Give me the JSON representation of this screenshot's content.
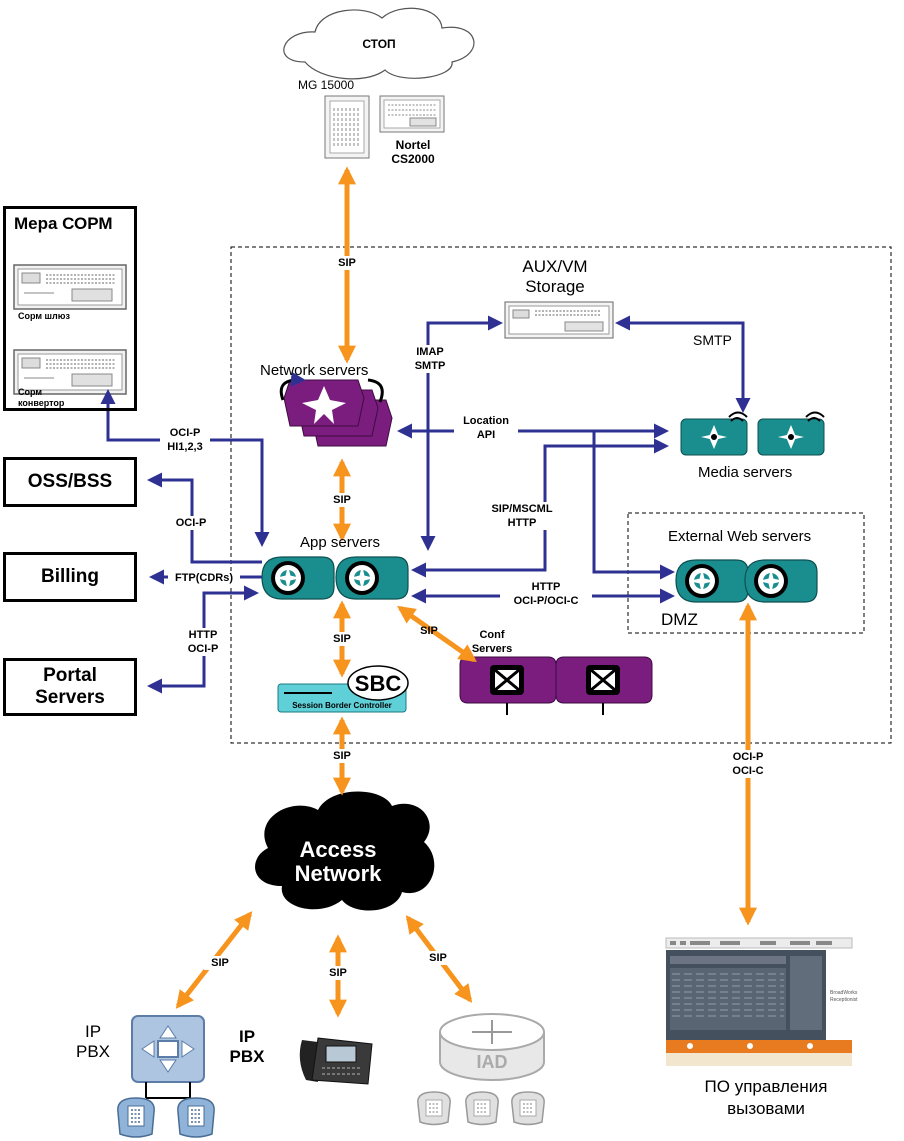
{
  "cloud_label": "СТОП",
  "mg_label": "MG 15000",
  "nortel_label": "Nortel\nCS2000",
  "mera": {
    "title": "Мера СОРМ",
    "gateway": "Сорм шлюз",
    "converter": "Сорм\nконвертор"
  },
  "left_boxes": {
    "oss": "OSS/BSS",
    "billing": "Billing",
    "portal": "Portal\nServers"
  },
  "zone": {
    "aux": "AUX/VM\nStorage",
    "network_servers": "Network servers",
    "media_servers": "Media servers",
    "app_servers": "App servers",
    "ext_web": "External Web servers",
    "dmz": "DMZ",
    "conf": "Conf\nServers",
    "sbc_title": "SBC",
    "sbc_sub": "Session Border Controller"
  },
  "links": {
    "sip_top": "SIP",
    "imap": "IMAP\nSMTP",
    "smtp": "SMTP",
    "location": "Location\nAPI",
    "oci_hi": "OCI-P\nHI1,2,3",
    "oci_p": "OCI-P",
    "ftp": "FTP(CDRs)",
    "http_oci": "HTTP\nOCI-P",
    "sip_net_app": "SIP",
    "sip_mscml": "SIP/MSCML\nHTTP",
    "http_ocipc": "HTTP\nOCI-P/OCI-C",
    "sip_conf": "SIP",
    "sip_app_sbc": "SIP",
    "sip_sbc_access": "SIP",
    "oci_pc": "OCI-P\nOCI-C",
    "sip_pbx": "SIP",
    "sip_phone": "SIP",
    "sip_iad": "SIP"
  },
  "access": "Access\nNetwork",
  "ip_pbx_1": "IP\nPBX",
  "ip_pbx_2": "IP\nPBX",
  "iad": "IAD",
  "po": "ПО управления\nвызовами",
  "screenshot_text": {
    "line1": "BroadWorks",
    "line2": "Receptionist"
  },
  "colors": {
    "blue": "#2e3192",
    "orange": "#f7941d",
    "teal": "#1a8e8f",
    "purple": "#7b1d7e"
  }
}
